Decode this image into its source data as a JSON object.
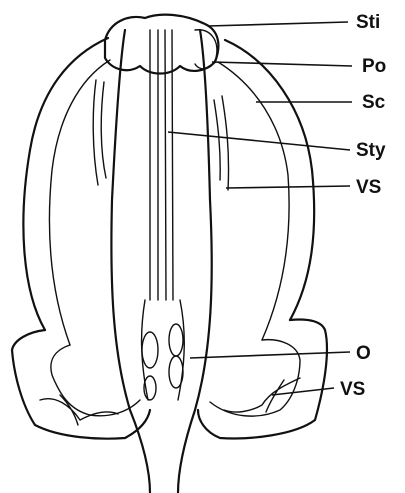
{
  "labels": {
    "stigma": "Sti",
    "pollen": "Po",
    "stigma_cap": "Sc",
    "style": "Sty",
    "vascular_upper": "VS",
    "ovule": "O",
    "vascular_lower": "VS"
  }
}
